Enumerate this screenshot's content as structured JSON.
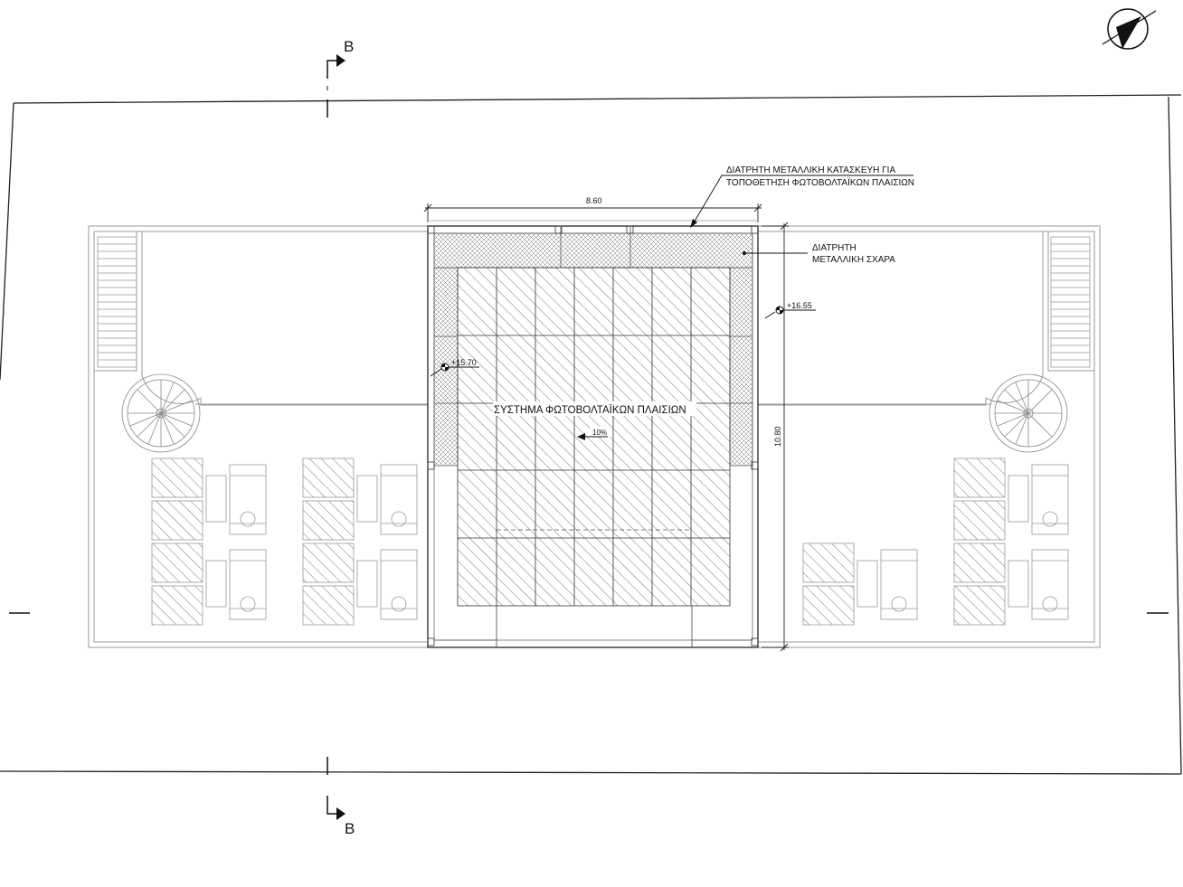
{
  "section_marks": {
    "top_letter": "B",
    "bottom_letter": "B"
  },
  "annotations": {
    "structure_note_line1": "ΔΙΑΤΡΗΤΗ ΜΕΤΑΛΛΙΚΗ ΚΑΤΑΣΚΕΥΗ ΓΙΑ",
    "structure_note_line2": "ΤΟΠΟΘΕΤΗΣΗ ΦΩΤΟΒΟΛΤΑΪΚΩΝ ΠΛΑΙΣΙΩΝ",
    "grating_note_line1": "ΔΙΑΤΡΗΤΗ",
    "grating_note_line2": "ΜΕΤΑΛΛΙΚΗ ΣΧΑΡΑ",
    "pv_system_label": "ΣΥΣΤΗΜΑ ΦΩΤΟΒΟΛΤΑΪΚΩΝ ΠΛΑΙΣΙΩΝ",
    "slope": "10%"
  },
  "dimensions": {
    "width": "8.60",
    "height": "10.80"
  },
  "levels": {
    "left": "+15.70",
    "right": "+16.55"
  },
  "colors": {
    "line": "#1a1a1a",
    "light_line": "#888888",
    "hatch": "#555555"
  },
  "icons": {
    "north": "north-arrow-icon"
  }
}
